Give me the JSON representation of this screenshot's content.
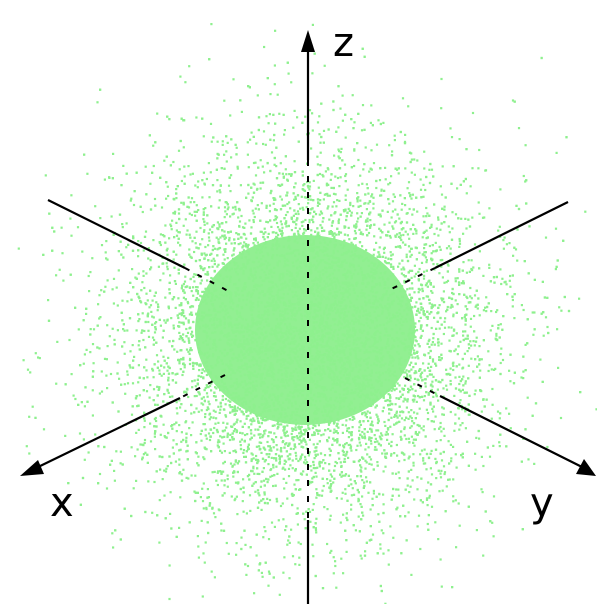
{
  "colors": {
    "background": "#ffffff",
    "axis": "#000000",
    "cloud": "#8ef08e",
    "cloud_dense": "#7fec7f"
  },
  "axes": {
    "z_label": "z",
    "x_label": "x",
    "y_label": "y"
  },
  "cloud": {
    "shape": "spherical gaussian point cloud",
    "point_count": 9000
  }
}
